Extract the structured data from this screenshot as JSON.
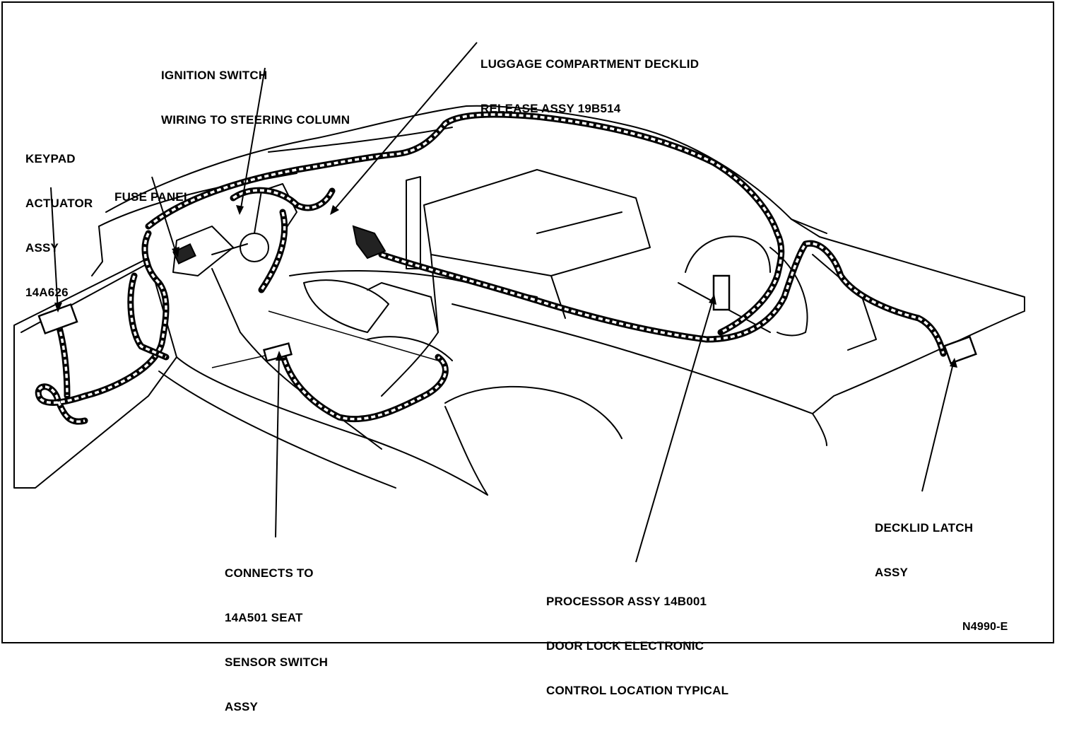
{
  "labels": {
    "ignition": [
      "IGNITION SWITCH",
      "WIRING TO STEERING COLUMN"
    ],
    "luggage": [
      "LUGGAGE COMPARTMENT DECKLID",
      "RELEASE ASSY 19B514"
    ],
    "keypad": [
      "KEYPAD",
      "ACTUATOR",
      "ASSY",
      "14A626"
    ],
    "fuse": [
      "FUSE PANEL"
    ],
    "connects": [
      "CONNECTS TO",
      "14A501 SEAT",
      "SENSOR SWITCH",
      "ASSY"
    ],
    "processor": [
      "PROCESSOR ASSY 14B001",
      "DOOR LOCK ELECTRONIC",
      "CONTROL LOCATION TYPICAL"
    ],
    "decklid": [
      "DECKLID LATCH",
      "ASSY"
    ],
    "figure_id": "N4990-E"
  }
}
